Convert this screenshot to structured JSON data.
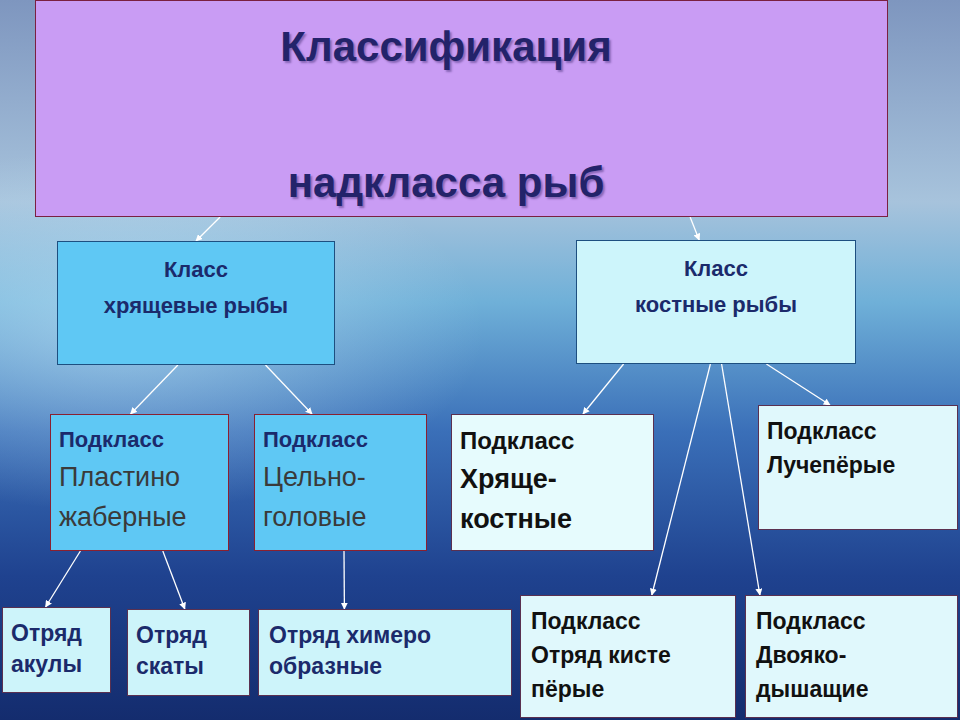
{
  "diagram": {
    "nodes": [
      {
        "text": [
          "Классификация надкласса рыб"
        ]
      },
      {
        "text": [
          "Класс",
          "хрящевые рыбы"
        ]
      },
      {
        "text": [
          "Класс",
          "костные рыбы"
        ]
      },
      {
        "text": [
          "Подкласс",
          "Пластино жаберные"
        ]
      },
      {
        "text": [
          "Подкласс",
          "Цельно- головые"
        ]
      },
      {
        "text": [
          "Подкласс",
          "Хряще- костные"
        ]
      },
      {
        "text": [
          "Подкласс",
          "Лучепёрые"
        ]
      },
      {
        "text": [
          "Отряд акулы"
        ]
      },
      {
        "text": [
          "Отряд скаты"
        ]
      },
      {
        "text": [
          "Отряд химеро образные"
        ]
      },
      {
        "text": [
          "Подкласс",
          "Отряд кисте пёрые"
        ]
      },
      {
        "text": [
          "Подкласс",
          "Двояко- дышащие"
        ]
      }
    ],
    "edges": [
      {
        "from": 0,
        "to": 1,
        "arrow": "to"
      },
      {
        "from": 0,
        "to": 2,
        "arrow": "to"
      },
      {
        "from": 1,
        "to": 3,
        "arrow": "to"
      },
      {
        "from": 1,
        "to": 4,
        "arrow": "to"
      },
      {
        "from": 2,
        "to": 5,
        "arrow": "to"
      },
      {
        "from": 2,
        "to": 10,
        "arrow": "to"
      },
      {
        "from": 2,
        "to": 11,
        "arrow": "to"
      },
      {
        "from": 2,
        "to": 6,
        "arrow": "to"
      },
      {
        "from": 3,
        "to": 7,
        "arrow": "to"
      },
      {
        "from": 3,
        "to": 8,
        "arrow": "to"
      },
      {
        "from": 4,
        "to": 9,
        "arrow": "to"
      }
    ]
  }
}
